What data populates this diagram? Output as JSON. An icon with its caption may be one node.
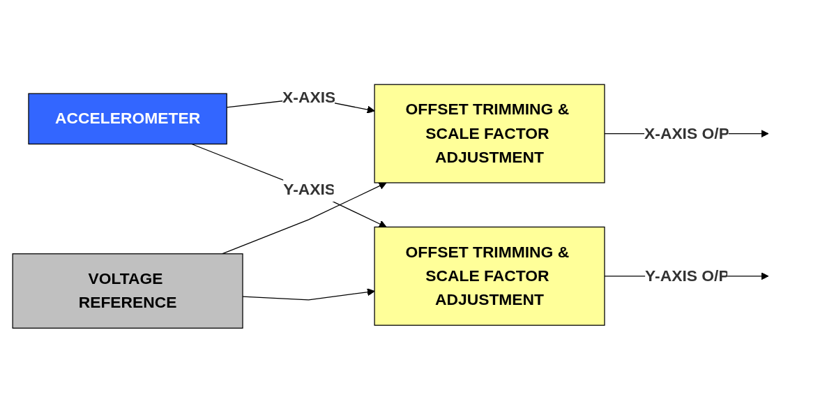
{
  "diagram": {
    "nodes": [
      {
        "text": [
          "ACCELEROMETER"
        ]
      },
      {
        "text": [
          "OFFSET TRIMMING & SCALE FACTOR ADJUSTMENT"
        ]
      },
      {
        "text": [
          "VOLTAGE REFERENCE"
        ]
      },
      {
        "text": [
          "OFFSET TRIMMING & SCALE FACTOR ADJUSTMENT"
        ]
      }
    ],
    "edges": [
      {
        "from": 0,
        "to": 1,
        "arrow": "to",
        "label": "X-AXIS"
      },
      {
        "from": 2,
        "to": 1,
        "arrow": "to"
      },
      {
        "from": 2,
        "to": 3,
        "arrow": "to"
      },
      {
        "from": 0,
        "to": 3,
        "arrow": "to",
        "label": "Y-AXIS"
      },
      {
        "from": 1,
        "to": null,
        "arrow": "to",
        "label": "X-AXIS O/P"
      },
      {
        "from": 3,
        "to": null,
        "arrow": "to",
        "label": "Y-AXIS O/P"
      }
    ]
  }
}
